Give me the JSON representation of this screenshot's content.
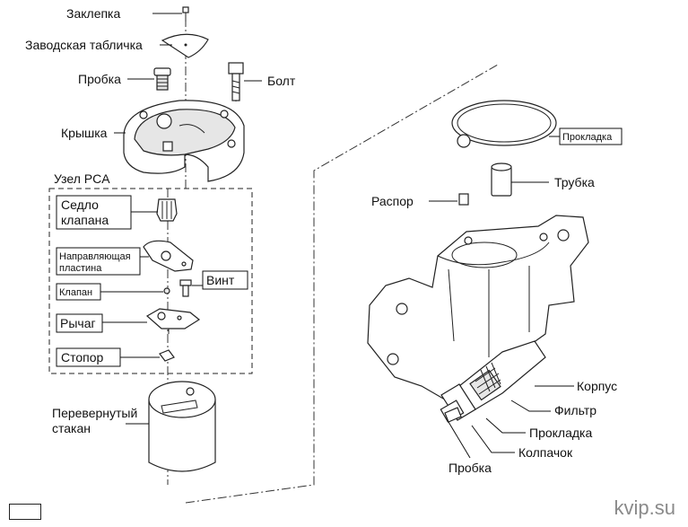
{
  "watermark": "kvip.su",
  "labels": {
    "rivet": "Заклепка",
    "nameplate": "Заводская табличка",
    "plug_top": "Пробка",
    "bolt": "Болт",
    "cover": "Крышка",
    "pca_unit": "Узел PCA",
    "valve_seat_1": "Седло",
    "valve_seat_2": "клапана",
    "guide_plate_1": "Направляющая",
    "guide_plate_2": "пластина",
    "screw": "Винт",
    "valve": "Клапан",
    "lever": "Рычаг",
    "stopper": "Стопор",
    "inverted_cup_1": "Перевернутый",
    "inverted_cup_2": "стакан",
    "gasket_top": "Прокладка",
    "tube": "Трубка",
    "spacer": "Распор",
    "body": "Корпус",
    "filter": "Фильтр",
    "gasket_bottom": "Прокладка",
    "cap": "Колпачок",
    "plug_bottom": "Пробка"
  }
}
